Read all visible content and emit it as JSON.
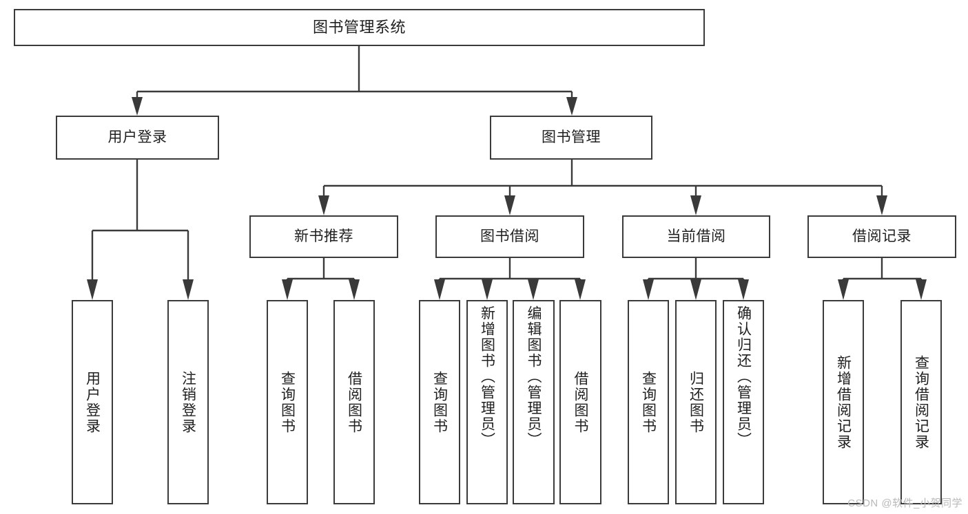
{
  "diagram": {
    "title": "图书管理系统",
    "watermark": "CSDN @软件_小贺同学",
    "colors": {
      "stroke": "#3a3a3a",
      "text": "#1f1f1f",
      "background": "#ffffff",
      "watermark": "#b9b9b9"
    },
    "root": {
      "label": "图书管理系统"
    },
    "level2": [
      {
        "label": "用户登录"
      },
      {
        "label": "图书管理"
      }
    ],
    "level3": [
      {
        "label": "新书推荐"
      },
      {
        "label": "图书借阅"
      },
      {
        "label": "当前借阅"
      },
      {
        "label": "借阅记录"
      }
    ],
    "leaves": {
      "user_login": [
        {
          "label": "用户登录"
        },
        {
          "label": "注销登录"
        }
      ],
      "new_book_recommend": [
        {
          "label": "查询图书"
        },
        {
          "label": "借阅图书"
        }
      ],
      "book_borrow": [
        {
          "label": "查询图书"
        },
        {
          "label": "新增图书（管理员）"
        },
        {
          "label": "编辑图书（管理员）"
        },
        {
          "label": "借阅图书"
        }
      ],
      "current_borrow": [
        {
          "label": "查询图书"
        },
        {
          "label": "归还图书"
        },
        {
          "label": "确认归还（管理员）"
        }
      ],
      "borrow_record": [
        {
          "label": "新增借阅记录"
        },
        {
          "label": "查询借阅记录"
        }
      ]
    }
  }
}
